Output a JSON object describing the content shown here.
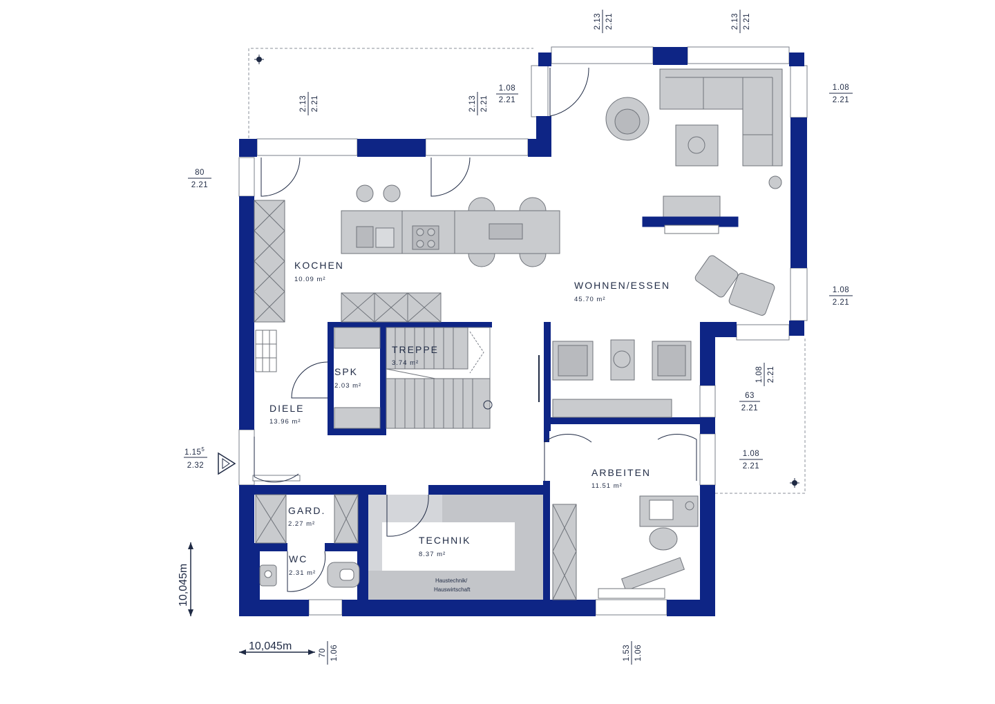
{
  "colors": {
    "wall": "#0e2585",
    "furniture": "#c9cbce",
    "furniture_stroke": "#6f737a",
    "technik_fill": "#d4d6da",
    "text": "#1f2a44"
  },
  "rooms": {
    "kochen": {
      "name": "KOCHEN",
      "area": "10.09 m²"
    },
    "wohnen": {
      "name": "WOHNEN/ESSEN",
      "area": "45.70 m²"
    },
    "treppe": {
      "name": "TREPPE",
      "area": "3.74 m²"
    },
    "spk": {
      "name": "SPK",
      "area": "2.03 m²"
    },
    "diele": {
      "name": "DIELE",
      "area": "13.96 m²"
    },
    "arbeiten": {
      "name": "ARBEITEN",
      "area": "11.51 m²"
    },
    "gard": {
      "name": "GARD.",
      "area": "2.27 m²"
    },
    "wc": {
      "name": "WC",
      "area": "2.31 m²"
    },
    "technik": {
      "name": "TECHNIK",
      "area": "8.37 m²",
      "note1": "Haustechnik/",
      "note2": "Hauswirtschaft"
    }
  },
  "openings": {
    "top_left_1": {
      "w": "2.13",
      "h": "2.21"
    },
    "top_left_2": {
      "w": "2.13",
      "h": "2.21"
    },
    "top_door": {
      "w": "1.08",
      "h": "2.21"
    },
    "top_right_1": {
      "w": "2.13",
      "h": "2.21"
    },
    "top_right_2": {
      "w": "2.13",
      "h": "2.21"
    },
    "right_upper": {
      "w": "1.08",
      "h": "2.21"
    },
    "right_mid": {
      "w": "1.08",
      "h": "2.21"
    },
    "left_kitchen": {
      "w": "80",
      "h": "2.21"
    },
    "right_terrace_v": {
      "w": "1.08",
      "h": "2.21"
    },
    "right_small": {
      "w": "63",
      "h": "2.21"
    },
    "right_arbeiten": {
      "w": "1.08",
      "h": "2.21"
    },
    "entrance": {
      "w": "1.15",
      "sup": "5",
      "h": "2.32"
    },
    "bottom_wc": {
      "w": "70",
      "h": "1.06"
    },
    "bottom_arbeiten": {
      "w": "1.53",
      "h": "1.06"
    }
  },
  "scale": {
    "horizontal": "10,045m",
    "vertical": "10,045m"
  }
}
